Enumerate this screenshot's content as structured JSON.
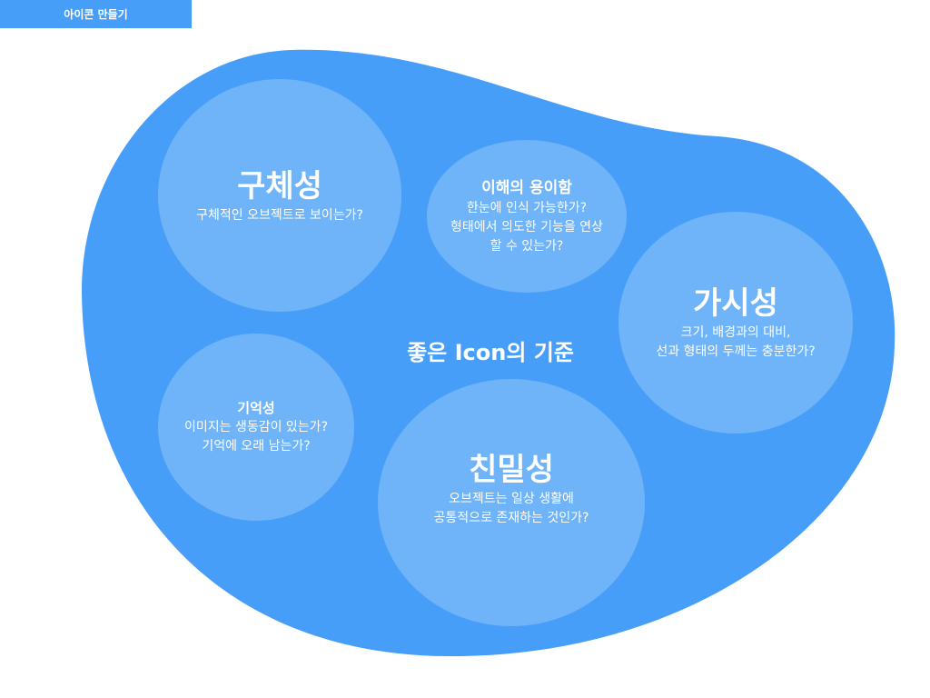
{
  "header": {
    "tab_label": "아이콘 만들기"
  },
  "diagram": {
    "center_title": "좋은 Icon의 기준",
    "colors": {
      "blob": "#479ef8",
      "circle": "#6fb3f9",
      "text": "#ffffff"
    },
    "criteria": [
      {
        "title": "구체성",
        "lines": [
          "구체적인 오브젝트로 보이는가?"
        ]
      },
      {
        "title": "이해의 용이함",
        "lines": [
          "한눈에 인식 가능한가?",
          "형태에서 의도한 기능을 연상",
          "할 수 있는가?"
        ]
      },
      {
        "title": "가시성",
        "lines": [
          "크기, 배경과의 대비,",
          "선과 형태의 두께는 충분한가?"
        ]
      },
      {
        "title": "기억성",
        "lines": [
          "이미지는 생동감이 있는가?",
          "기억에 오래 남는가?"
        ]
      },
      {
        "title": "친밀성",
        "lines": [
          "오브젝트는 일상 생활에",
          "공통적으로 존재하는 것인가?"
        ]
      }
    ]
  }
}
